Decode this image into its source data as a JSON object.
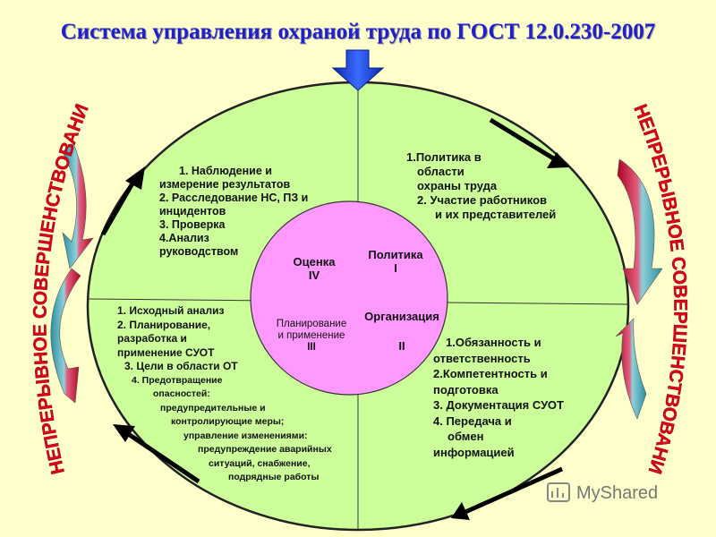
{
  "title": "Система управления охраной труда по ГОСТ 12.0.230-2007",
  "side_left": "НЕПРЕРЫВНОЕ СОВЕРШЕНСТВОВАНИЕ",
  "side_right": "НЕПРЕРЫВНОЕ СОВЕРШЕНСТВОВАНИЕ",
  "quadrants": {
    "top_left": {
      "lines": [
        "1. Наблюдение и",
        "измерение результатов",
        "2. Расследование НС, ПЗ и",
        "инцидентов",
        "3. Проверка",
        "4.Анализ",
        "руководством"
      ]
    },
    "top_right": {
      "lines": [
        "1.Политика в",
        "области",
        "охраны труда",
        "2. Участие работников",
        "и их представителей"
      ]
    },
    "bottom_left": {
      "lines": [
        "1. Исходный анализ",
        "2. Планирование,",
        "разработка и",
        "применение СУОТ",
        "3. Цели в области ОТ",
        "4. Предотвращение",
        "опасностей:",
        "предупредительные и",
        "контролирующие меры;",
        "управление изменениями:",
        "предупреждение аварийных",
        "ситуаций, снабжение,",
        "подрядные работы"
      ]
    },
    "bottom_right": {
      "lines": [
        "1.Обязанность и",
        "ответственность",
        "2.Компетентность и",
        "подготовка",
        "3. Документация СУОТ",
        "4. Передача и",
        "обмен",
        "информацией"
      ]
    }
  },
  "center": {
    "evaluation": [
      "Оценка",
      "IV"
    ],
    "policy": [
      "Политика",
      "I"
    ],
    "planning": [
      "Планирование",
      "и применение",
      "III"
    ],
    "organization": [
      "Организация",
      "II"
    ]
  },
  "watermark": "MyShared",
  "colors": {
    "background": "#ffffcc",
    "ellipse_fill": "#ccff99",
    "center_fill": "#ff99ff",
    "title": "#1f1fcf",
    "side_text": "#e0001b",
    "arrow_blue": "#0f3fe0",
    "curve_teal": "#33a0b0",
    "curve_red": "#cc0033"
  }
}
